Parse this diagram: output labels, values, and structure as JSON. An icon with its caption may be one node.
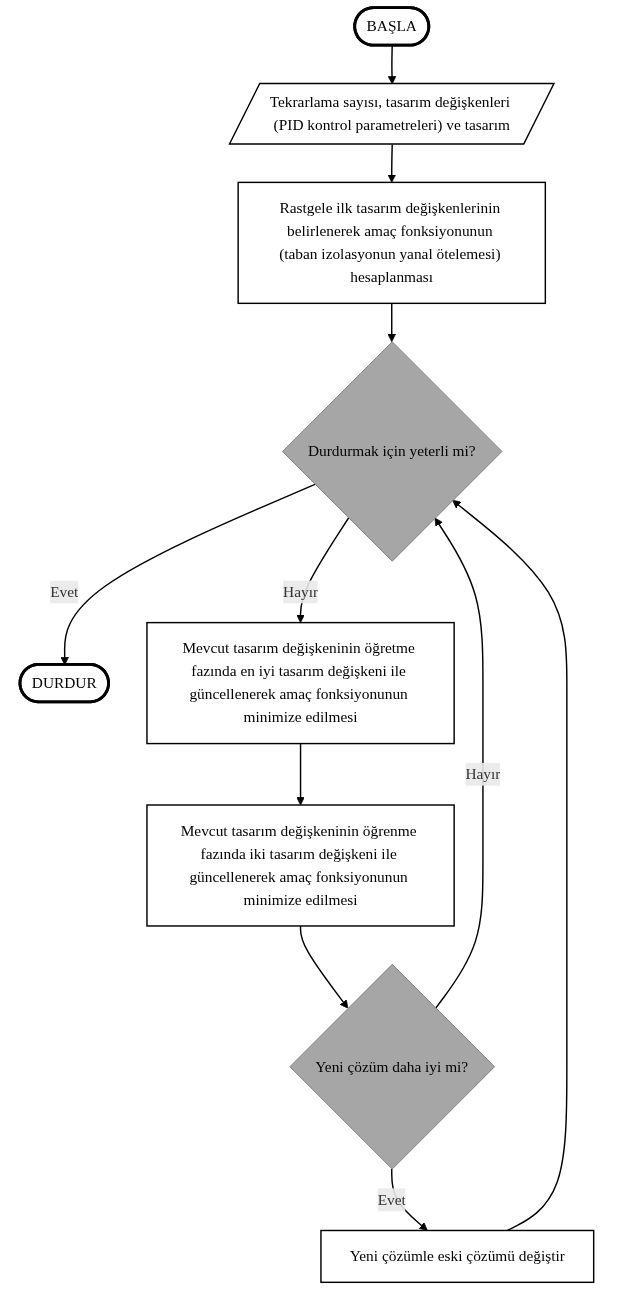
{
  "diagram": {
    "nodes": [
      {
        "text": [
          "BAŞLA"
        ]
      },
      {
        "text": [
          "Tekrarlama sayısı, tasarım değişkenleri (PID kontrol parametreleri) ve tasarım"
        ]
      },
      {
        "text": [
          "Rastgele ilk tasarım değişkenlerinin belirlenerek amaç fonksiyonunun (taban izolasyonun yanal ötelemesi) hesaplanması"
        ]
      },
      {
        "text": [
          "Durdurmak için yeterli mi?"
        ]
      },
      {
        "text": [
          "DURDUR"
        ]
      },
      {
        "text": [
          "Mevcut tasarım değişkeninin öğretme fazında en iyi tasarım değişkeni ile güncellenerek amaç fonksiyonunun minimize edilmesi"
        ]
      },
      {
        "text": [
          "Mevcut tasarım değişkeninin öğrenme fazında iki tasarım değişkeni ile güncellenerek amaç fonksiyonunun minimize edilmesi"
        ]
      },
      {
        "text": [
          "Yeni çözüm daha iyi mi?"
        ]
      },
      {
        "text": [
          "Yeni çözümle eski çözümü değiştir"
        ]
      }
    ],
    "edges": [
      {
        "from": 0,
        "to": 1,
        "arrow": "to"
      },
      {
        "from": 1,
        "to": 2,
        "arrow": "to"
      },
      {
        "from": 2,
        "to": 3,
        "arrow": "to"
      },
      {
        "from": 3,
        "to": 4,
        "arrow": "to",
        "label": "Evet"
      },
      {
        "from": 3,
        "to": 5,
        "arrow": "to",
        "label": "Hayır"
      },
      {
        "from": 5,
        "to": 6,
        "arrow": "to"
      },
      {
        "from": 6,
        "to": 7,
        "arrow": "to"
      },
      {
        "from": 7,
        "to": 8,
        "arrow": "to",
        "label": "Evet"
      },
      {
        "from": 7,
        "to": 3,
        "arrow": "to",
        "label": "Hayır"
      },
      {
        "from": 8,
        "to": 3,
        "arrow": "to"
      }
    ]
  }
}
